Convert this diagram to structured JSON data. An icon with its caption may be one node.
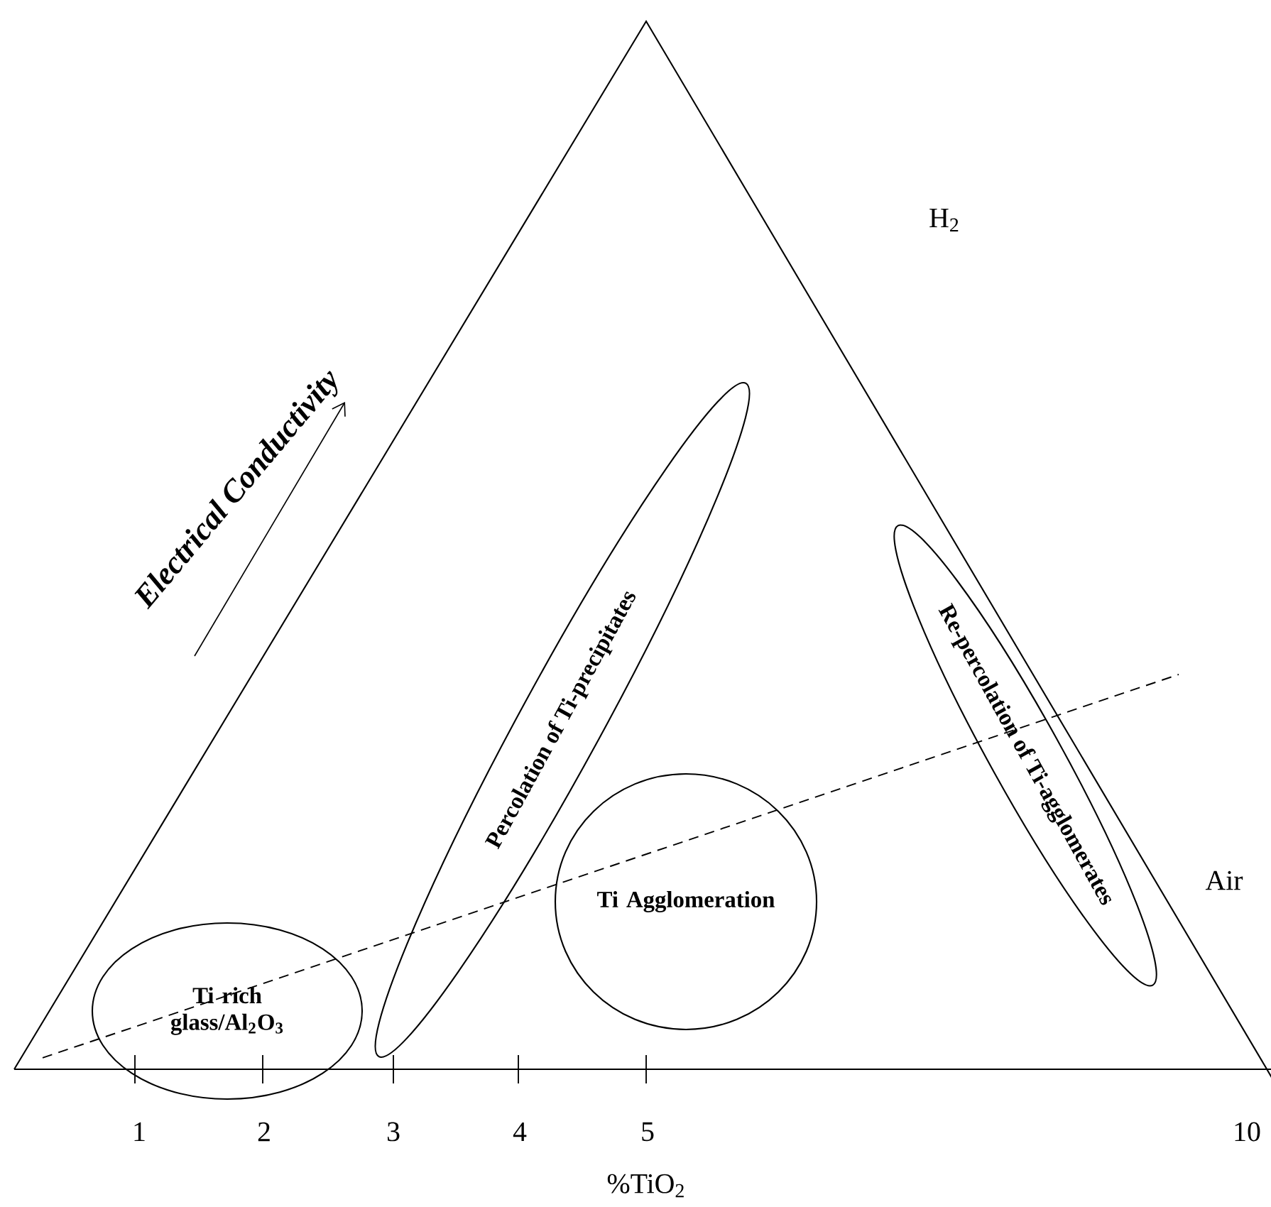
{
  "diagram": {
    "nodes": [
      {
        "text": [
          "Ti rich glass/Al$_{2}$O$_{3}$"
        ]
      },
      {
        "text": [
          "Percolation of Ti-precipitates"
        ]
      },
      {
        "text": [
          "Ti Agglomeration"
        ]
      },
      {
        "text": [
          "Re-percolation of Ti-agglomerates"
        ]
      }
    ],
    "labels": [
      "Electrical Conductivity",
      "H$_{2}$",
      "Air",
      "1",
      "2",
      "3",
      "4",
      "5",
      "10",
      "%TiO$_{2}$"
    ]
  }
}
